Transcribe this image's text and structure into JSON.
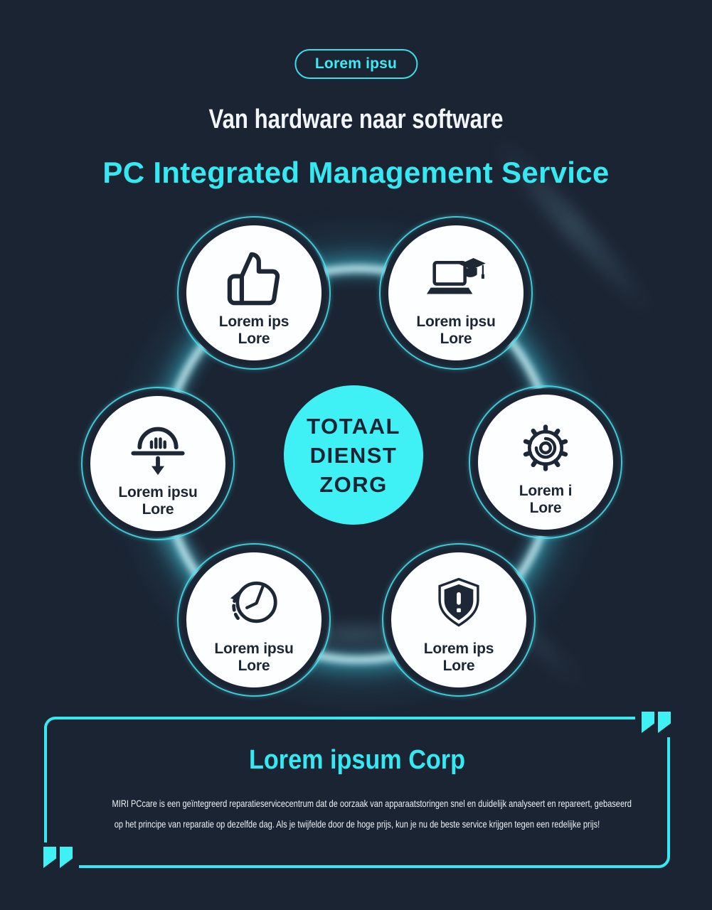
{
  "header": {
    "badge_label": "Lorem ipsu",
    "title": "Van hardware naar software",
    "subtitle": "PC Integrated Management Service"
  },
  "diagram": {
    "center": {
      "line1": "TOTAAL",
      "line2": "DIENST",
      "line3": "ZORG"
    },
    "nodes": [
      {
        "icon": "thumbs-up-icon",
        "line1": "Lorem ips",
        "line2": "Lore"
      },
      {
        "icon": "laptop-graduation-icon",
        "line1": "Lorem ipsu",
        "line2": "Lore"
      },
      {
        "icon": "service-dome-icon",
        "line1": "Lorem ipsu",
        "line2": "Lore"
      },
      {
        "icon": "gear-icon",
        "line1": "Lorem i",
        "line2": "Lore"
      },
      {
        "icon": "clock-history-icon",
        "line1": "Lorem ipsu",
        "line2": "Lore"
      },
      {
        "icon": "shield-alert-icon",
        "line1": "Lorem ips",
        "line2": "Lore"
      }
    ]
  },
  "quote_box": {
    "title": "Lorem ipsum Corp",
    "body_line1": "MIRI PCcare is een geïntegreerd reparatieservicecentrum dat de oorzaak van apparaatstoringen snel en duidelijk analyseert en repareert, gebaseerd",
    "body_line2": "op het principe van reparatie op dezelfde dag. Als je twijfelde door de hoge prijs, kun je nu de beste service krijgen tegen een redelijke prijs!"
  },
  "colors": {
    "background": "#1b2433",
    "accent_cyan": "#35e9f2",
    "center_fill": "#3ff0f5",
    "dark_ink": "#1c2635",
    "white": "#ffffff"
  }
}
